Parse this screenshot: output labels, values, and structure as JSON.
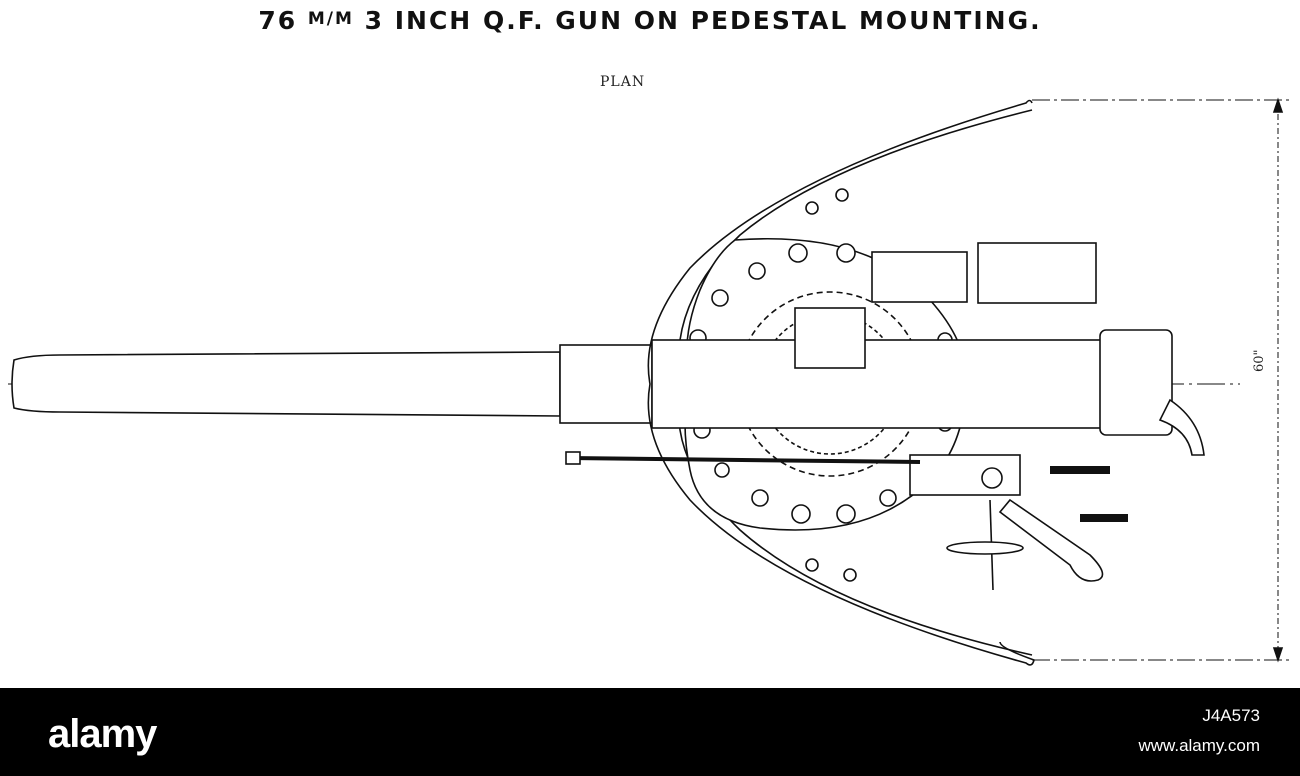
{
  "diagram": {
    "title_pre": "76 ",
    "title_unit": "M/M",
    "title_post": " 3 INCH Q.F. GUN ON PEDESTAL MOUNTING.",
    "view_label": "PLAN",
    "dimension_label": "60\""
  },
  "watermark": {
    "brand": "alamy",
    "image_id": "J4A573",
    "url": "www.alamy.com"
  }
}
